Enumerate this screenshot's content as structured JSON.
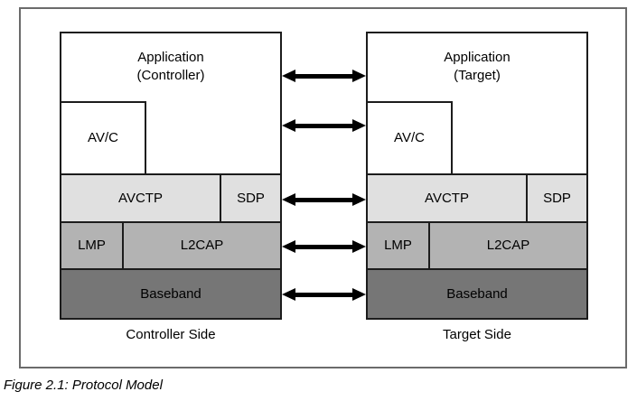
{
  "figure": {
    "caption": "Figure 2.1: Protocol Model"
  },
  "colors": {
    "figure_border": "#6b6b6b",
    "box_border": "#1c1c1c",
    "light_gray": "#e0e0e0",
    "mid_gray": "#b3b3b3",
    "dark_gray": "#767676",
    "arrow": "#000000",
    "text": "#000000"
  },
  "stacks": [
    {
      "id": "controller",
      "application": "Application",
      "application_sub": "(Controller)",
      "avc": "AV/C",
      "avctp": "AVCTP",
      "sdp": "SDP",
      "lmp": "LMP",
      "l2cap": "L2CAP",
      "baseband": "Baseband",
      "side_label": "Controller Side"
    },
    {
      "id": "target",
      "application": "Application",
      "application_sub": "(Target)",
      "avc": "AV/C",
      "avctp": "AVCTP",
      "sdp": "SDP",
      "lmp": "LMP",
      "l2cap": "L2CAP",
      "baseband": "Baseband",
      "side_label": "Target Side"
    }
  ],
  "arrows": {
    "icon": "double-headed-arrow",
    "count": 5,
    "levels": [
      "application",
      "avc",
      "avctp-sdp",
      "l2cap",
      "baseband"
    ]
  }
}
